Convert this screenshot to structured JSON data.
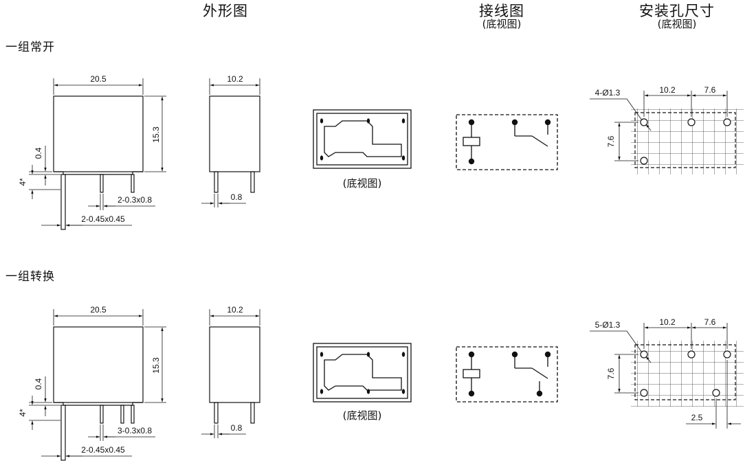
{
  "headers": {
    "outline": {
      "title": "外形图"
    },
    "wiring": {
      "title": "接线图",
      "subtitle": "(底视图)"
    },
    "mounting": {
      "title": "安装孔尺寸",
      "subtitle": "(底视图)"
    }
  },
  "rows": [
    {
      "label": "一组常开",
      "front": {
        "width": "20.5",
        "height": "15.3",
        "gap": "0.4",
        "pin_len": "4*",
        "pins_small": "2-0.3x0.8",
        "pins_big": "2-0.45x0.45"
      },
      "side": {
        "width": "10.2",
        "pin": "0.8"
      },
      "bottom_caption": "(底视图)",
      "holes": {
        "label": "4-Ø1.3",
        "pitch_x": "10.2",
        "pitch_x2": "7.6",
        "pitch_y": "7.6"
      }
    },
    {
      "label": "一组转换",
      "front": {
        "width": "20.5",
        "height": "15.3",
        "gap": "0.4",
        "pin_len": "4*",
        "pins_small": "3-0.3x0.8",
        "pins_big": "2-0.45x0.45"
      },
      "side": {
        "width": "10.2",
        "pin": "0.8"
      },
      "bottom_caption": "(底视图)",
      "holes": {
        "label": "5-Ø1.3",
        "pitch_x": "10.2",
        "pitch_x2": "7.6",
        "pitch_y": "7.6",
        "offset": "2.5"
      }
    }
  ]
}
